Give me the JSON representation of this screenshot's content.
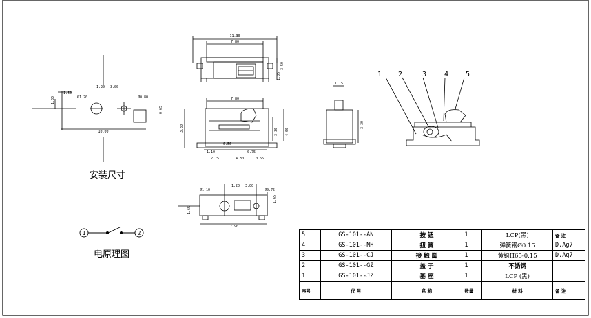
{
  "dims": {
    "top_overall": "11.30",
    "top_inner": "7.80",
    "top_height": "3.50",
    "top_small": "1.05",
    "front_width": "7.80",
    "front_height": "3.30",
    "front_mid": "3.30",
    "front_total": "4.60",
    "side_h": "1.15",
    "side_height": "3.30",
    "front_small_a": "0.50",
    "front_b1": "1.10",
    "front_b2": "0.75",
    "front_b3": "2.75",
    "front_b4": "4.30",
    "front_b5": "0.65",
    "install_sq": "1.50",
    "install_v": "1.30",
    "install_hole": "Ø1.20",
    "install_d1": "1.20",
    "install_d2": "3.00",
    "install_hole2": "Ø0.80",
    "install_side": "0.65",
    "install_total": "10.00",
    "bottom_hole1": "Ø1.10",
    "bottom_d1": "1.20",
    "bottom_d2": "3.00",
    "bottom_hole2": "Ø0.75",
    "bottom_side": "1.65",
    "bottom_h": "1.65",
    "bottom_width": "7.90"
  },
  "labels": {
    "install_size": "安装尺寸",
    "schematic": "电原理图",
    "pin1": "1",
    "pin2": "2",
    "callouts": [
      "1",
      "2",
      "3",
      "4",
      "5"
    ]
  },
  "bom": {
    "headers": [
      "序号",
      "代 号",
      "名 称",
      "数量",
      "材 料",
      "备 注"
    ],
    "rows": [
      [
        "5",
        "GS-101--AN",
        "按 钮",
        "1",
        "LCP(黑)",
        "备 注"
      ],
      [
        "4",
        "GS-101--NH",
        "扭 簧",
        "1",
        "弹簧钢Ø0.15",
        "D.Ag7"
      ],
      [
        "3",
        "GS-101--CJ",
        "接 触 脚",
        "1",
        "黄铜H65-0.15",
        "D.Ag7"
      ],
      [
        "2",
        "GS-101--GZ",
        "盖 子",
        "1",
        "不锈钢",
        ""
      ],
      [
        "1",
        "GS-101--JZ",
        "基 座",
        "1",
        "LCP (黑)",
        ""
      ]
    ]
  }
}
